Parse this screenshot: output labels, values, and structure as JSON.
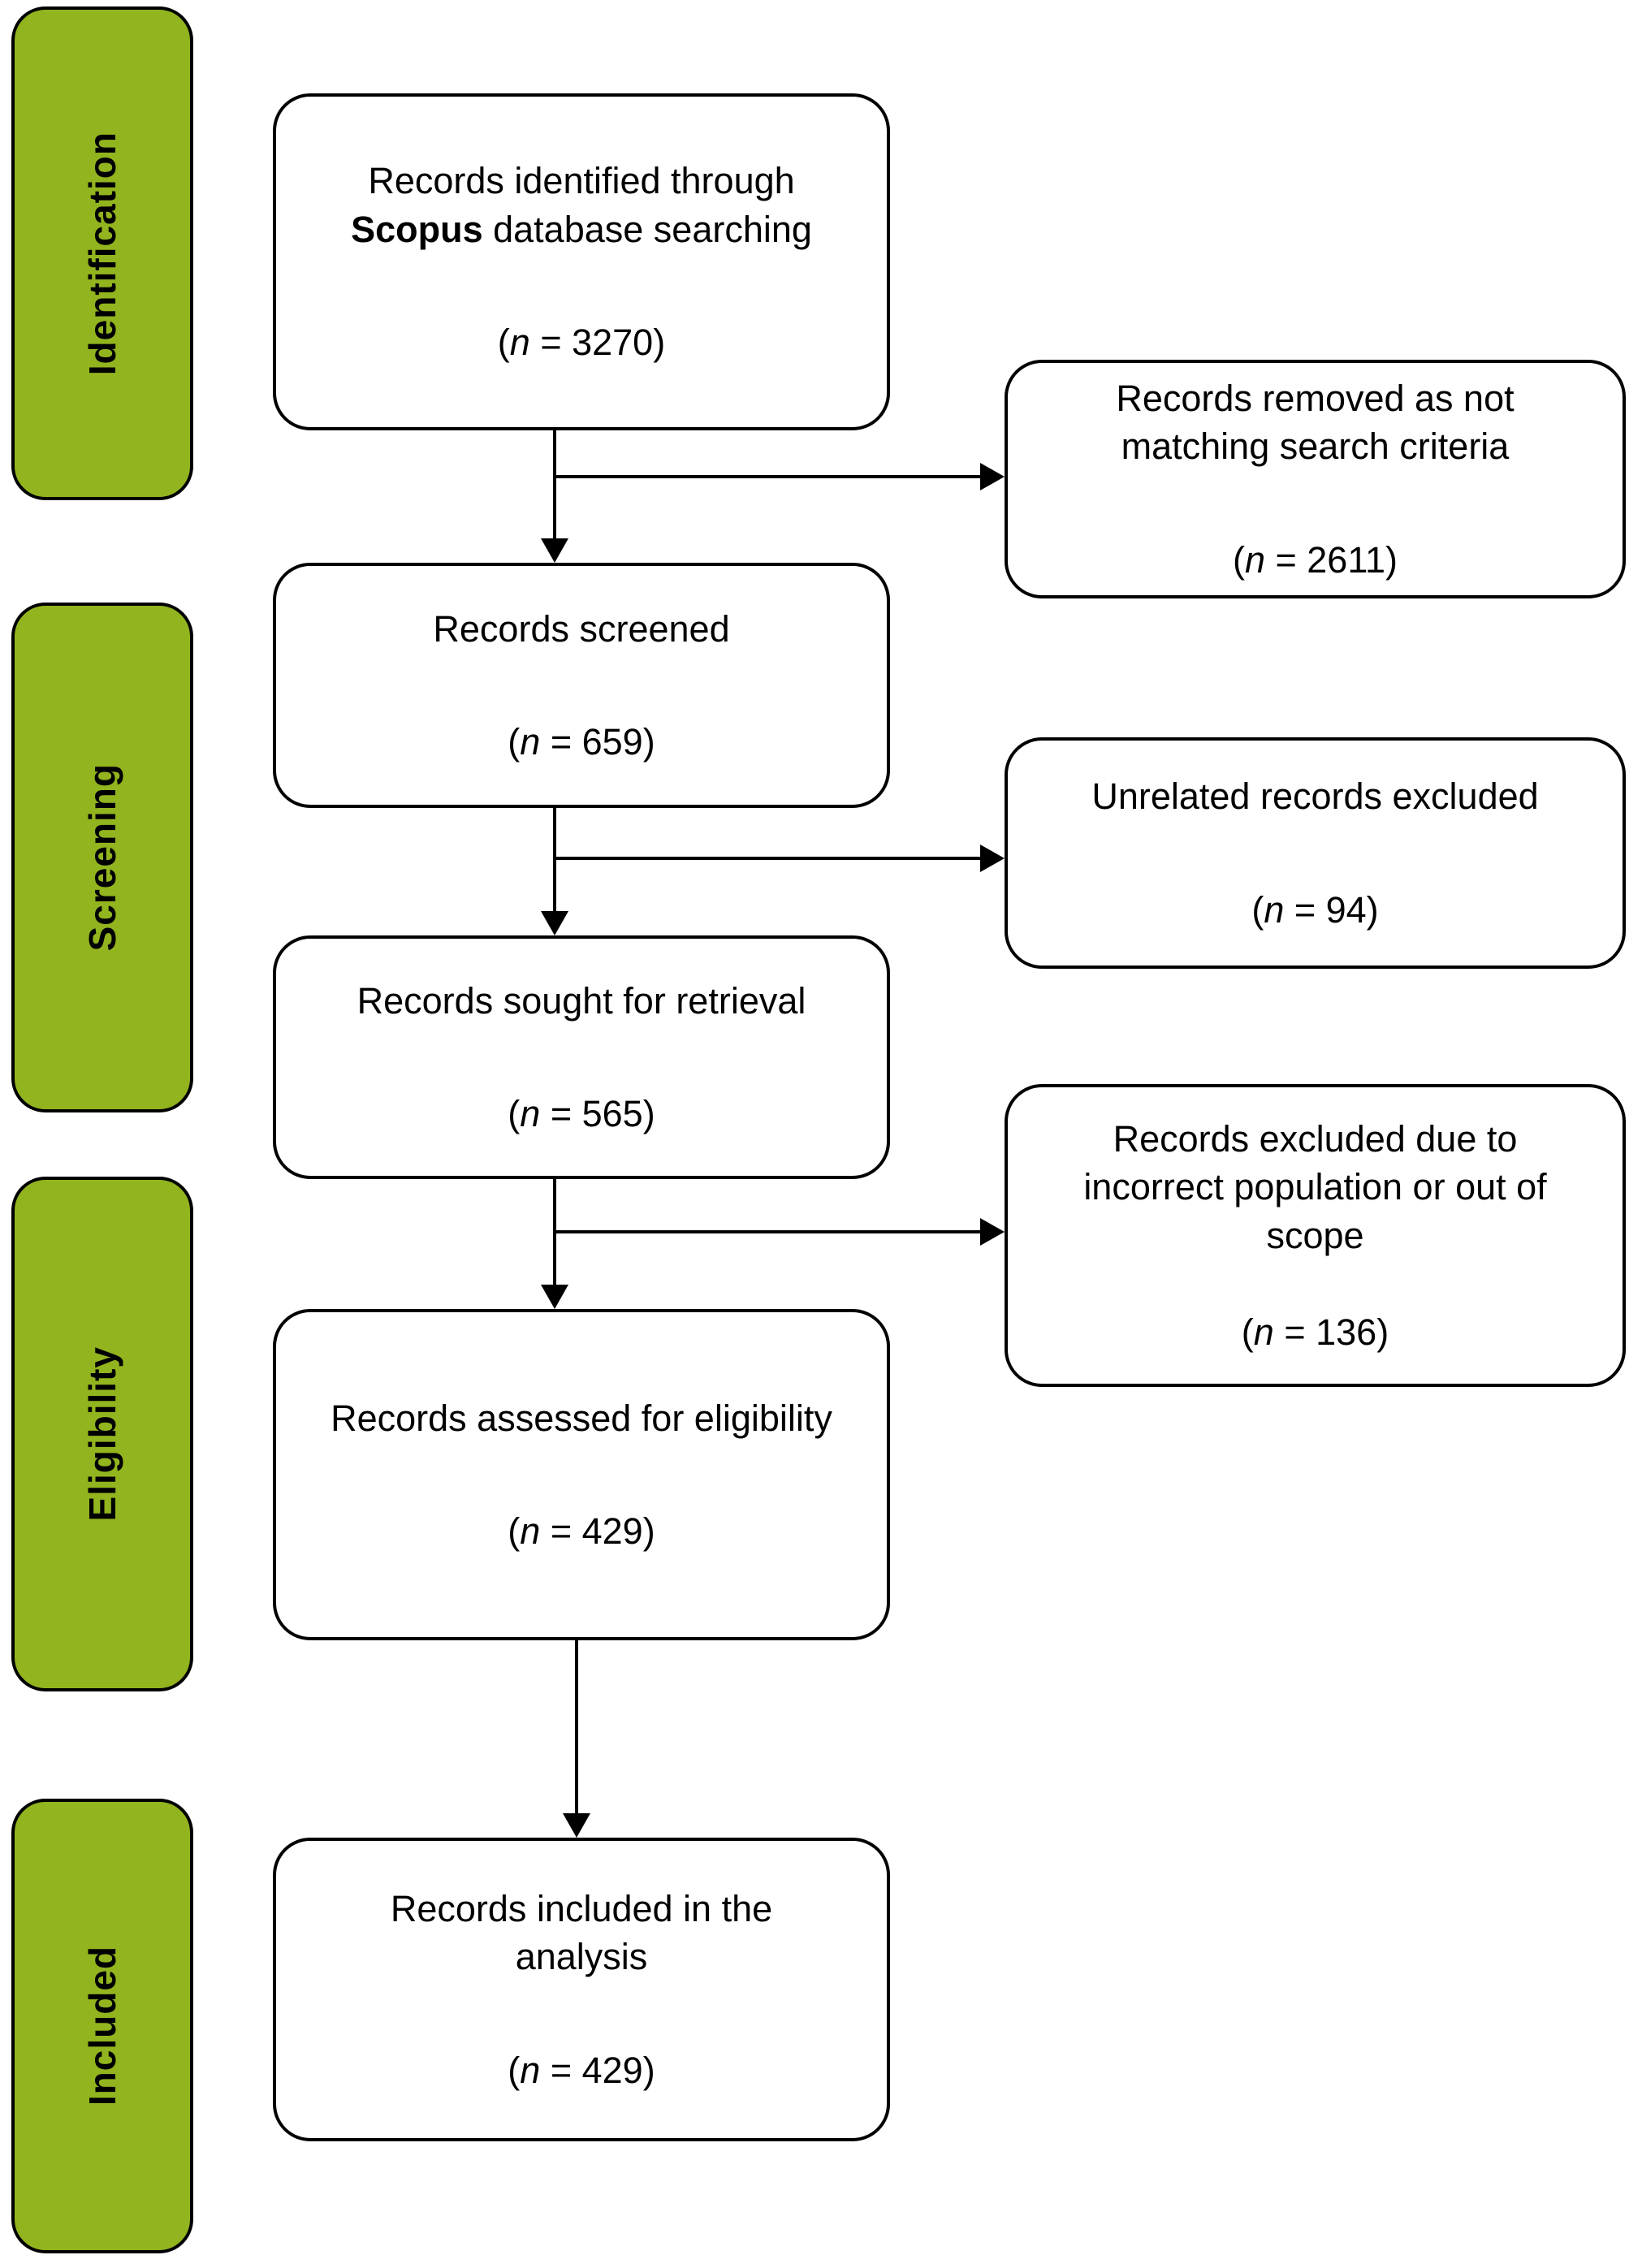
{
  "diagram": {
    "stages": [
      {
        "label": "Identification"
      },
      {
        "label": "Screening"
      },
      {
        "label": "Eligibility"
      },
      {
        "label": "Included"
      }
    ],
    "flow_boxes": [
      {
        "line1": "Records identified through",
        "line2_bold": "Scopus",
        "line2_rest": " database searching",
        "n_open": "(",
        "n_italic": "n",
        "n_rest": " = 3270)"
      },
      {
        "line1": "Records screened",
        "n_open": "(",
        "n_italic": "n",
        "n_rest": " = 659)"
      },
      {
        "line1": "Records sought for retrieval",
        "n_open": "(",
        "n_italic": "n",
        "n_rest": " = 565)"
      },
      {
        "line1": "Records assessed for eligibility",
        "n_open": "(",
        "n_italic": "n",
        "n_rest": " = 429)"
      },
      {
        "line1": "Records included in the",
        "line2": "analysis",
        "n_open": "(",
        "n_italic": "n",
        "n_rest": " = 429)"
      }
    ],
    "exclusion_boxes": [
      {
        "line1": "Records removed as not",
        "line2": "matching search criteria",
        "n_open": "(",
        "n_italic": "n",
        "n_rest": " = 2611)"
      },
      {
        "line1": "Unrelated records excluded",
        "n_open": "(",
        "n_italic": "n",
        "n_rest": " = 94)"
      },
      {
        "line1": "Records excluded due to",
        "line2": "incorrect population or out of",
        "line3": "scope",
        "n_open": "(",
        "n_italic": "n",
        "n_rest": " = 136)"
      }
    ],
    "colors": {
      "stage_fill": "#92B41E",
      "stage_border": "#000000",
      "box_fill": "#FFFFFF",
      "box_border": "#000000",
      "arrow": "#000000",
      "text": "#000000",
      "background": "#FFFFFF"
    }
  }
}
